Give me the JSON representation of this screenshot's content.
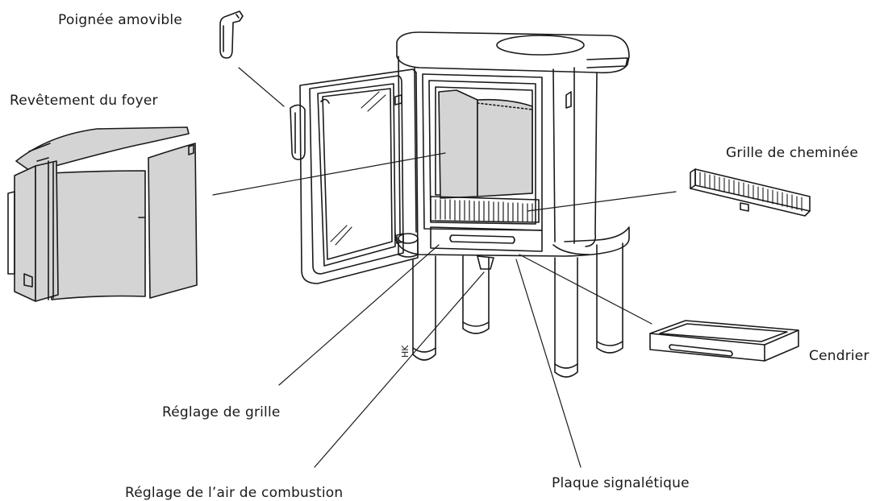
{
  "labels": {
    "poignee": "Poignée amovible",
    "revetement": "Revêtement du foyer",
    "grille_cheminee": "Grille de cheminée",
    "cendrier": "Cendrier",
    "reglage_grille": "Réglage de grille",
    "plaque": "Plaque signalétique",
    "air_combustion": "Réglage de l’air de combustion"
  },
  "marking": "HK",
  "colors": {
    "line": "#1a1a1a",
    "panel_fill": "#d4d4d4",
    "background": "#ffffff"
  }
}
